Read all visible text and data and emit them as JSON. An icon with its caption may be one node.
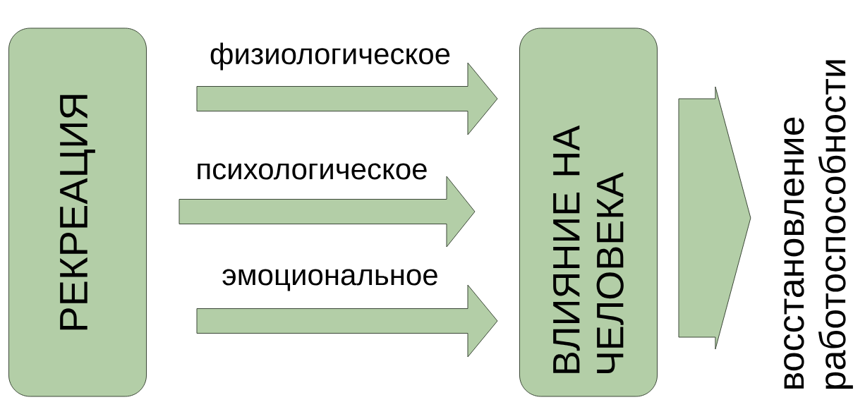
{
  "diagram": {
    "nodes": [
      {
        "text": [
          "РЕКРЕАЦИЯ"
        ]
      },
      {
        "text": [
          "ВЛИЯНИЕ НА ЧЕЛОВЕКА"
        ]
      },
      {
        "text": [
          "восстановление работоспособности"
        ]
      }
    ],
    "edges": [
      {
        "from": 0,
        "to": 1,
        "arrow": "to",
        "label": "физиологическое"
      },
      {
        "from": 0,
        "to": 1,
        "arrow": "to",
        "label": "психологическое"
      },
      {
        "from": 0,
        "to": 1,
        "arrow": "to",
        "label": "эмоциональное"
      },
      {
        "from": 1,
        "to": 2,
        "arrow": "to"
      }
    ]
  }
}
